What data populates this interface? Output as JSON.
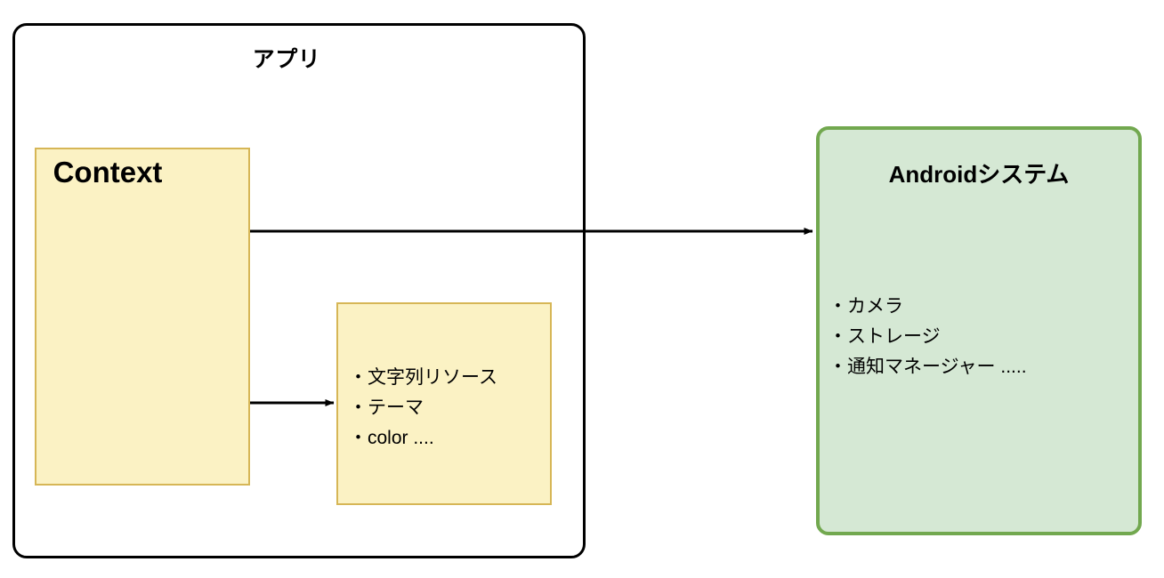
{
  "diagram": {
    "title_visible": false,
    "app_container": {
      "label": "アプリ"
    },
    "context_box": {
      "label": "Context"
    },
    "resources_box": {
      "items": [
        "・文字列リソース",
        "・テーマ",
        "・color ...."
      ]
    },
    "android_system_box": {
      "label": "Androidシステム",
      "items": [
        "・カメラ",
        "・ストレージ",
        "・通知マネージャー ....."
      ]
    },
    "arrows": [
      {
        "name": "context-to-android-system",
        "from": "Context",
        "to": "Androidシステム"
      },
      {
        "name": "context-to-resources",
        "from": "Context",
        "to": "resources"
      }
    ],
    "colors": {
      "yellow_fill": "#fbf2c4",
      "yellow_border": "#d6b656",
      "green_fill": "#d5e8d4",
      "green_border": "#72a84f",
      "outline": "#000000",
      "background": "#ffffff"
    }
  }
}
